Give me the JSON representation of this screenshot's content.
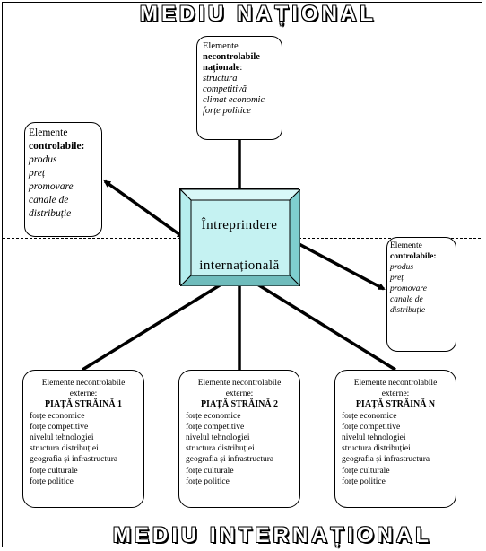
{
  "banners": {
    "top": "MEDIU NAȚIONAL",
    "bottom": "MEDIU INTERNAȚIONAL"
  },
  "national_box": {
    "line1": "Elemente",
    "bold1": "necontrolabile",
    "bold2": "naționale",
    "colon": ":",
    "items": [
      "structura",
      "competitivă",
      "climat economic",
      "forțe politice"
    ]
  },
  "controllable_top": {
    "line1": "Elemente",
    "bold1": "controlabile:",
    "items": [
      "produs",
      "preț",
      "promovare",
      "canale de",
      "distribuție"
    ]
  },
  "controllable_right": {
    "line1": "Elemente",
    "bold1": "controlabile:",
    "items": [
      "produs",
      "preț",
      "promovare",
      "canale de",
      "distribuție"
    ]
  },
  "enterprise": {
    "line1": "Întreprindere",
    "line2": "internațională"
  },
  "markets": [
    {
      "header1": "Elemente necontrolabile",
      "header2": "externe:",
      "title": "PIAȚĂ STRĂINĂ 1",
      "items": [
        "forțe economice",
        "forțe competitive",
        "nivelul tehnologiei",
        "structura distribuției",
        "geografia și infrastructura",
        "forțe culturale",
        "forțe politice"
      ]
    },
    {
      "header1": "Elemente necontrolabile",
      "header2": "externe:",
      "title": "PIAȚĂ STRĂINĂ 2",
      "items": [
        "forțe economice",
        "forțe competitive",
        "nivelul tehnologiei",
        "structura distribuției",
        "geografia și infrastructura",
        "forțe culturale",
        "forțe politice"
      ]
    },
    {
      "header1": "Elemente necontrolabile",
      "header2": "externe:",
      "title": "PIAȚĂ STRĂINĂ N",
      "items": [
        "forțe economice",
        "forțe competitive",
        "nivelul tehnologiei",
        "structura distribuției",
        "geografia și infrastructura",
        "forțe culturale",
        "forțe politice"
      ]
    }
  ]
}
